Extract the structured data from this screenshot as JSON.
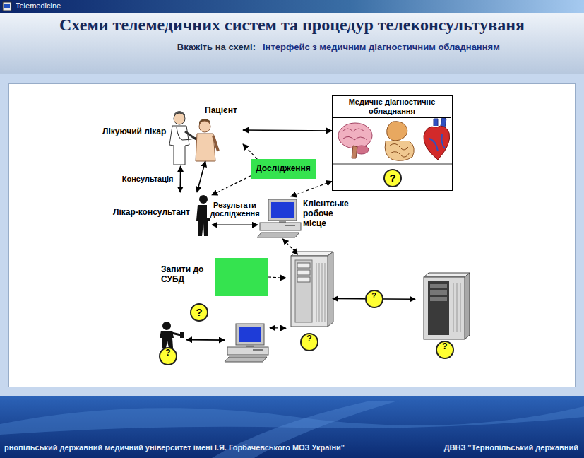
{
  "diagram": {
    "title": "Схеми телемедичних систем та процедур телеконсультуваня",
    "nodes": [
      {
        "text": [
          "Пацієнт"
        ]
      },
      {
        "text": [
          "Лікуючий лікар"
        ]
      },
      {
        "text": [
          "Медичне діагностичне обладнання"
        ]
      },
      {
        "text": [
          "?"
        ],
        "in": 2
      },
      {
        "text": [
          "Дослідження"
        ]
      },
      {
        "text": [
          "Лікар-консультант"
        ]
      },
      {
        "text": [
          "Клієнтське робоче місце"
        ]
      },
      {
        "text": [
          "Запити до СУБД"
        ]
      },
      {
        "text": [
          "?"
        ]
      },
      {
        "text": [
          "?"
        ]
      },
      {
        "text": [
          "?"
        ]
      },
      {
        "text": []
      }
    ],
    "edges": [
      {
        "from": 1,
        "to": 5,
        "arrow": "both",
        "label": "Консультація"
      },
      {
        "from": 0,
        "to": 5,
        "arrow": "both"
      },
      {
        "from": 0,
        "to": 2,
        "arrow": "both"
      },
      {
        "from": 4,
        "to": 0,
        "arrow": "to"
      },
      {
        "from": 4,
        "to": 5,
        "arrow": "to"
      },
      {
        "from": 2,
        "to": 6,
        "arrow": "both"
      },
      {
        "from": 5,
        "to": 6,
        "arrow": "both",
        "label": "Результати дослідження"
      },
      {
        "from": 6,
        "to": 8,
        "arrow": "both"
      },
      {
        "from": 7,
        "to": 8,
        "arrow": "to"
      },
      {
        "from": 8,
        "to": 9,
        "arrow": "both",
        "label": "?"
      },
      {
        "from": 11,
        "to": 8,
        "arrow": "both"
      },
      {
        "from": 10,
        "to": 11,
        "arrow": "both"
      }
    ],
    "labels": [
      "Telemedicine",
      "Вкажіть на схемі:",
      "Інтерфейс з медичним діагностичним обладнанням",
      "?",
      "рнопільський державний медичний університет імені І.Я. Горбачевського МОЗ України\"",
      "ДВНЗ \"Тернопільський державний"
    ]
  }
}
